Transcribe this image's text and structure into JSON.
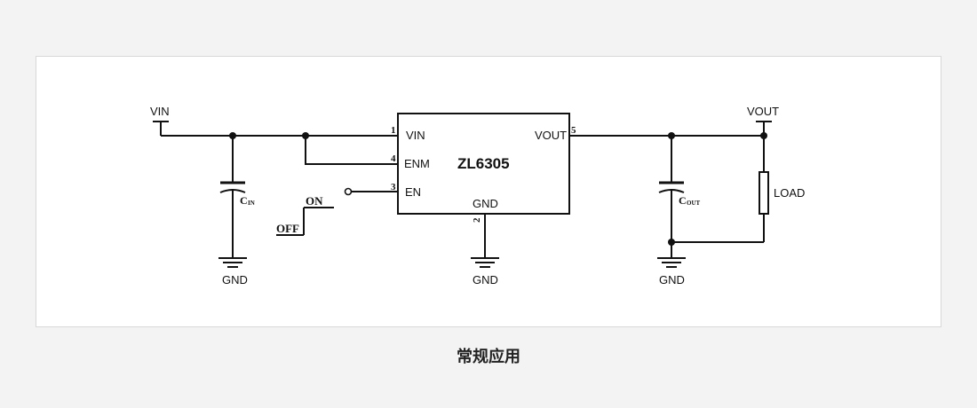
{
  "labels": {
    "vin": "VIN",
    "vout": "VOUT",
    "chip_name": "ZL6305",
    "pin_vin": "VIN",
    "pin_enm": "ENM",
    "pin_en": "EN",
    "pin_gnd": "GND",
    "pin_vout": "VOUT",
    "pin1": "1",
    "pin2": "2",
    "pin3": "3",
    "pin4": "4",
    "pin5": "5",
    "cin_main": "C",
    "cin_sub": "IN",
    "cout_main": "C",
    "cout_sub": "OUT",
    "on": "ON",
    "off": "OFF",
    "load": "LOAD",
    "gnd1": "GND",
    "gnd2": "GND",
    "gnd3": "GND"
  },
  "caption": "常规应用"
}
